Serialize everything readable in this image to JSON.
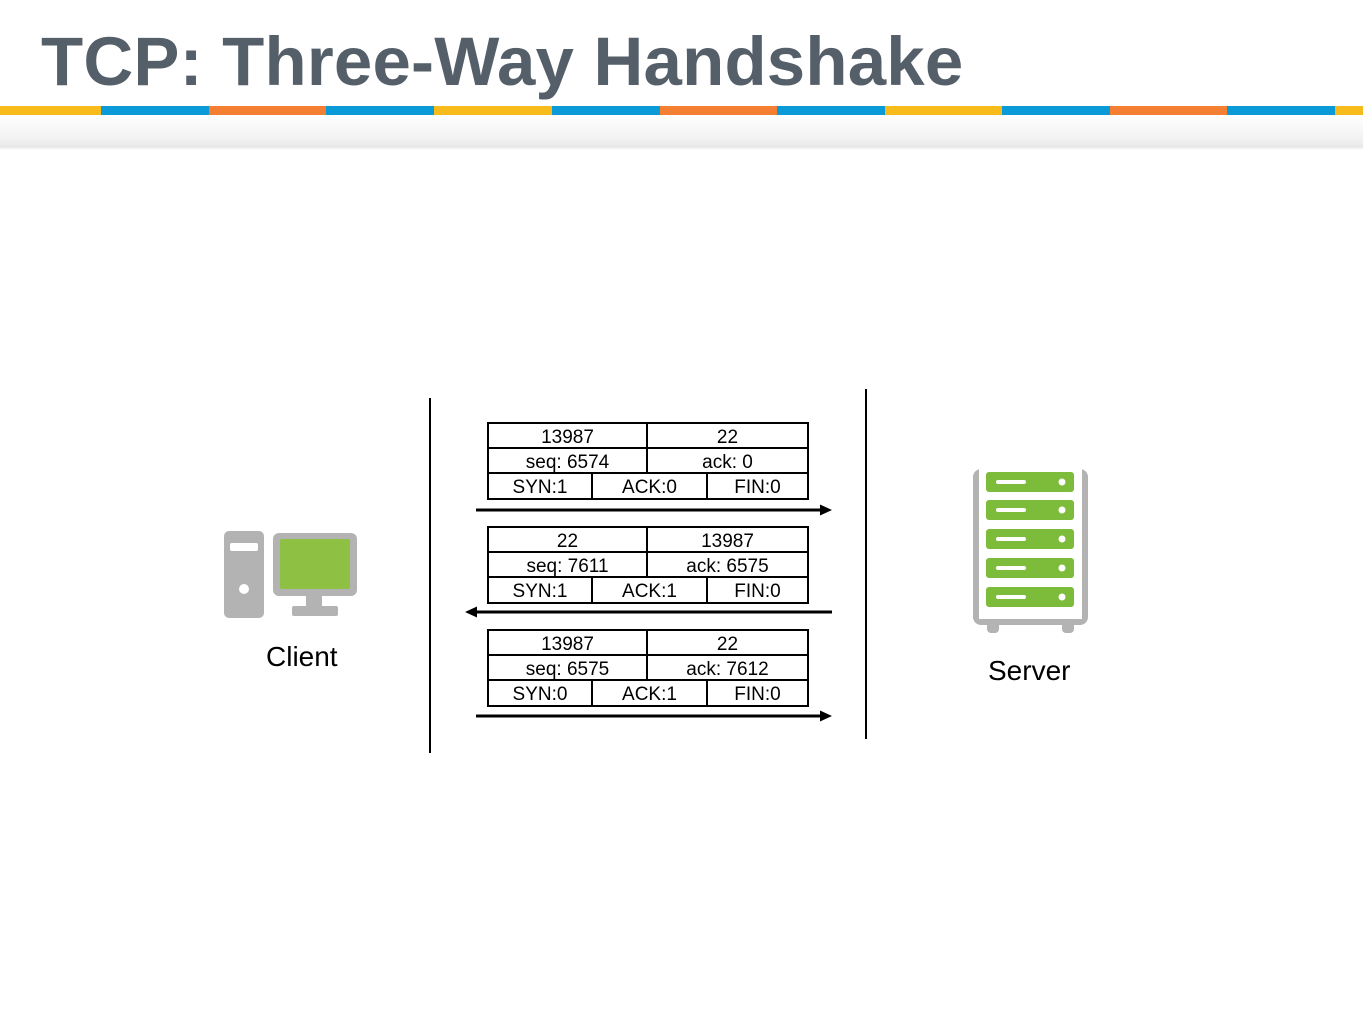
{
  "title": "TCP: Three-Way Handshake",
  "colors": {
    "title": "#555f69",
    "yellow": "#f7bc1b",
    "blue": "#0b9ad8",
    "orange": "#f47f33",
    "icon_gray": "#b3b3b3",
    "icon_green": "#8dc043",
    "server_green": "#7dbb3b"
  },
  "client": {
    "label": "Client",
    "icon": "desktop-computer-icon"
  },
  "server": {
    "label": "Server",
    "icon": "server-rack-icon"
  },
  "packets": [
    {
      "direction": "client-to-server",
      "src_port": "13987",
      "dst_port": "22",
      "seq": "seq: 6574",
      "ack": "ack: 0",
      "syn": "SYN:1",
      "ack_flag": "ACK:0",
      "fin": "FIN:0"
    },
    {
      "direction": "server-to-client",
      "src_port": "22",
      "dst_port": "13987",
      "seq": "seq: 7611",
      "ack": "ack: 6575",
      "syn": "SYN:1",
      "ack_flag": "ACK:1",
      "fin": "FIN:0"
    },
    {
      "direction": "client-to-server",
      "src_port": "13987",
      "dst_port": "22",
      "seq": "seq: 6575",
      "ack": "ack: 7612",
      "syn": "SYN:0",
      "ack_flag": "ACK:1",
      "fin": "FIN:0"
    }
  ]
}
